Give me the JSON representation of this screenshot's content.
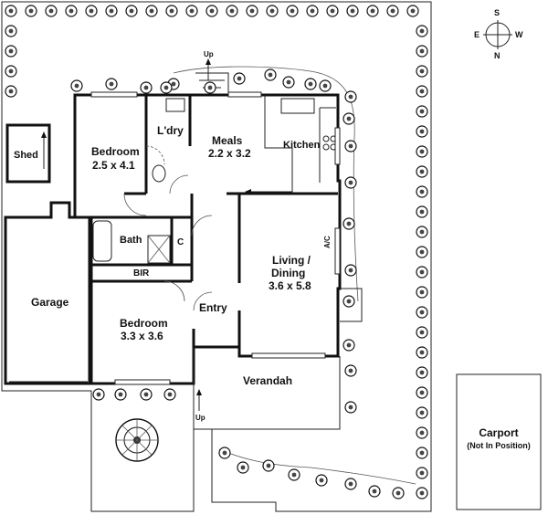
{
  "compass": {
    "north": "N",
    "south": "S",
    "east": "E",
    "west": "W"
  },
  "rooms": {
    "bedroom1": {
      "name": "Bedroom",
      "size": "2.5 x 4.1"
    },
    "laundry": {
      "name": "L'dry"
    },
    "meals": {
      "name": "Meals",
      "size": "2.2 x 3.2"
    },
    "kitchen": {
      "name": "Kitchen"
    },
    "bath": {
      "name": "Bath"
    },
    "closet_c": {
      "name": "C"
    },
    "bir": {
      "name": "BIR"
    },
    "living": {
      "line1": "Living /",
      "line2": "Dining",
      "size": "3.6 x 5.8"
    },
    "entry": {
      "name": "Entry"
    },
    "bedroom2": {
      "name": "Bedroom",
      "size": "3.3 x 3.6"
    },
    "garage": {
      "name": "Garage"
    },
    "shed": {
      "name": "Shed"
    },
    "verandah": {
      "name": "Verandah"
    },
    "carport": {
      "name": "Carport",
      "note": "(Not In Position)"
    }
  },
  "labels": {
    "up_top": "Up",
    "up_bottom": "Up",
    "ac": "A/C"
  }
}
